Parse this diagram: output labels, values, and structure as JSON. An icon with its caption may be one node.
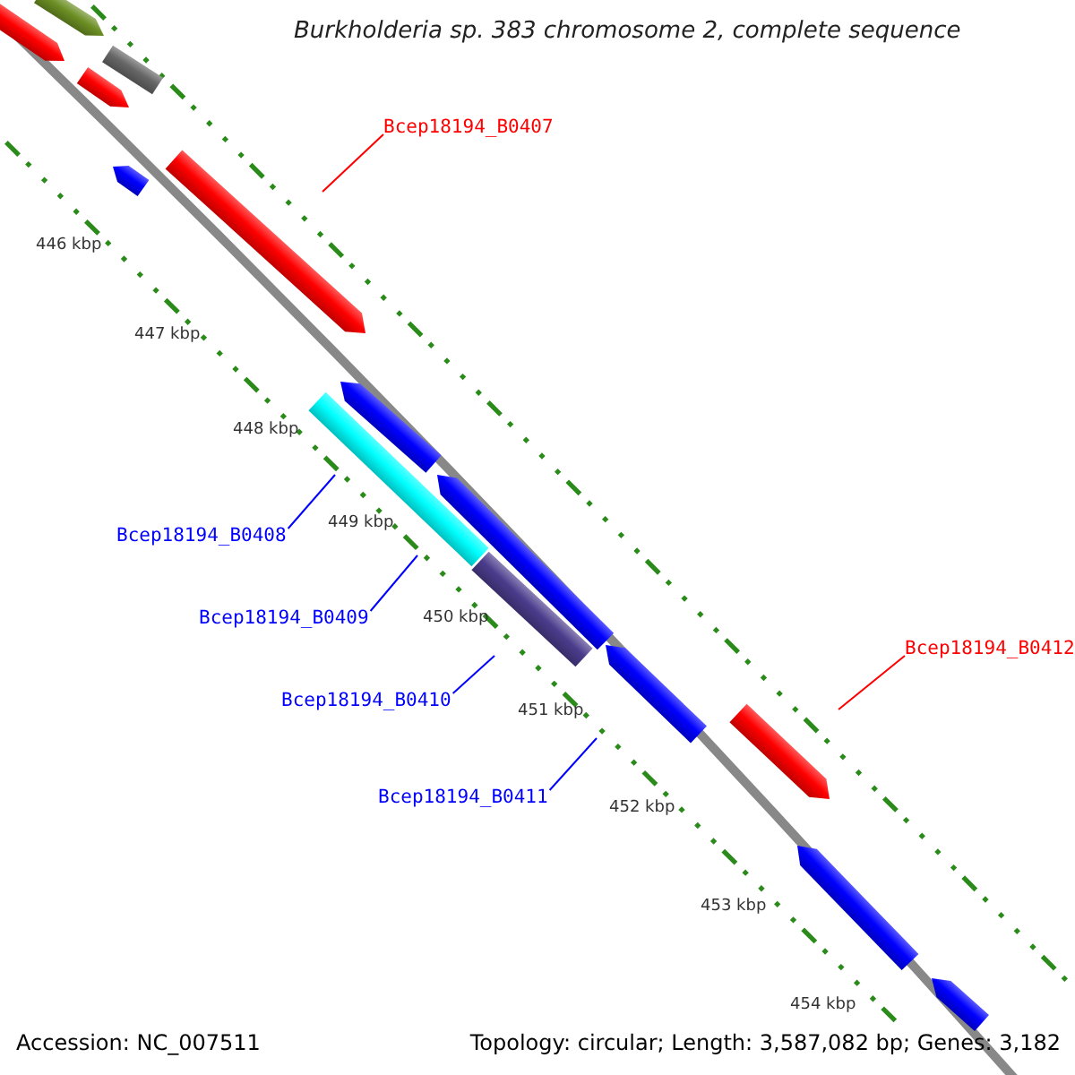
{
  "diagram": {
    "title": "Burkholderia sp. 383 chromosome 2, complete sequence",
    "nodes": [
      {
        "text": [],
        "shape": "arrow"
      },
      {
        "text": [],
        "shape": "arrow"
      },
      {
        "text": [],
        "shape": "bar"
      },
      {
        "text": [],
        "shape": "arrow"
      },
      {
        "text": [],
        "shape": "arrow"
      },
      {
        "text": [
          "Bcep18194_B0407"
        ]
      },
      {
        "text": [],
        "shape": "arrow"
      },
      {
        "text": [],
        "shape": "arrow"
      },
      {
        "text": [
          "Bcep18194_B0408"
        ]
      },
      {
        "text": [],
        "shape": "bar"
      },
      {
        "text": [
          "Bcep18194_B0409"
        ]
      },
      {
        "text": [],
        "shape": "arrow"
      },
      {
        "text": [
          "Bcep18194_B0410"
        ]
      },
      {
        "text": [],
        "shape": "bar"
      },
      {
        "text": [
          "Bcep18194_B0411"
        ]
      },
      {
        "text": [],
        "shape": "arrow"
      },
      {
        "text": [
          "Bcep18194_B0412"
        ]
      },
      {
        "text": [],
        "shape": "arrow"
      },
      {
        "text": [],
        "shape": "arrow"
      },
      {
        "text": [],
        "shape": "arrow"
      }
    ],
    "edges": [
      {
        "from": 5,
        "to": null,
        "arrow": "none",
        "color": "#ff0000"
      },
      {
        "from": 8,
        "to": null,
        "arrow": "none",
        "color": "#0000ff"
      },
      {
        "from": 10,
        "to": null,
        "arrow": "none",
        "color": "#0000ff"
      },
      {
        "from": 12,
        "to": null,
        "arrow": "none",
        "color": "#0000ff"
      },
      {
        "from": 14,
        "to": null,
        "arrow": "none",
        "color": "#0000ff"
      },
      {
        "from": 16,
        "to": null,
        "arrow": "none",
        "color": "#ff0000"
      }
    ],
    "labels": [
      "446 kbp",
      "447 kbp",
      "448 kbp",
      "449 kbp",
      "450 kbp",
      "451 kbp",
      "452 kbp",
      "453 kbp",
      "454 kbp",
      "Accession: NC_007511",
      "Topology: circular; Length: 3,587,082 bp; Genes: 3,182"
    ]
  }
}
